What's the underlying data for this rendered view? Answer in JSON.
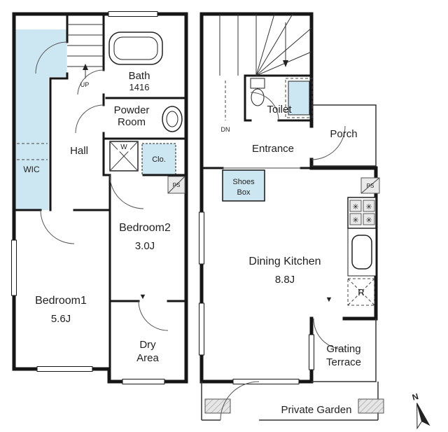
{
  "colors": {
    "wall": "#161616",
    "accent_blue": "#cce6f2",
    "fixture_gray": "#e9e9e9",
    "background": "#ffffff"
  },
  "upper_floor": {
    "bath_label": "Bath",
    "bath_size": "1416",
    "powder_line1": "Powder",
    "powder_line2": "Room",
    "hall": "Hall",
    "wic": "WIC",
    "washer": "W",
    "closet": "Clo.",
    "ps": "PS",
    "up": "UP",
    "bedroom2_name": "Bedroom2",
    "bedroom2_size": "3.0J",
    "bedroom1_name": "Bedroom1",
    "bedroom1_size": "5.6J",
    "dry_line1": "Dry",
    "dry_line2": "Area"
  },
  "ground_floor": {
    "dn": "DN",
    "toilet": "Toilet",
    "porch": "Porch",
    "entrance": "Entrance",
    "shoes_line1": "Shoes",
    "shoes_line2": "Box",
    "ps": "PS",
    "dk_name": "Dining Kitchen",
    "dk_size": "8.8J",
    "fridge": "R",
    "terrace_line1": "Grating",
    "terrace_line2": "Terrace",
    "garden": "Private Garden"
  },
  "compass": {
    "north": "N"
  },
  "icons": {
    "door_marker": "▼",
    "burner": "✳"
  }
}
